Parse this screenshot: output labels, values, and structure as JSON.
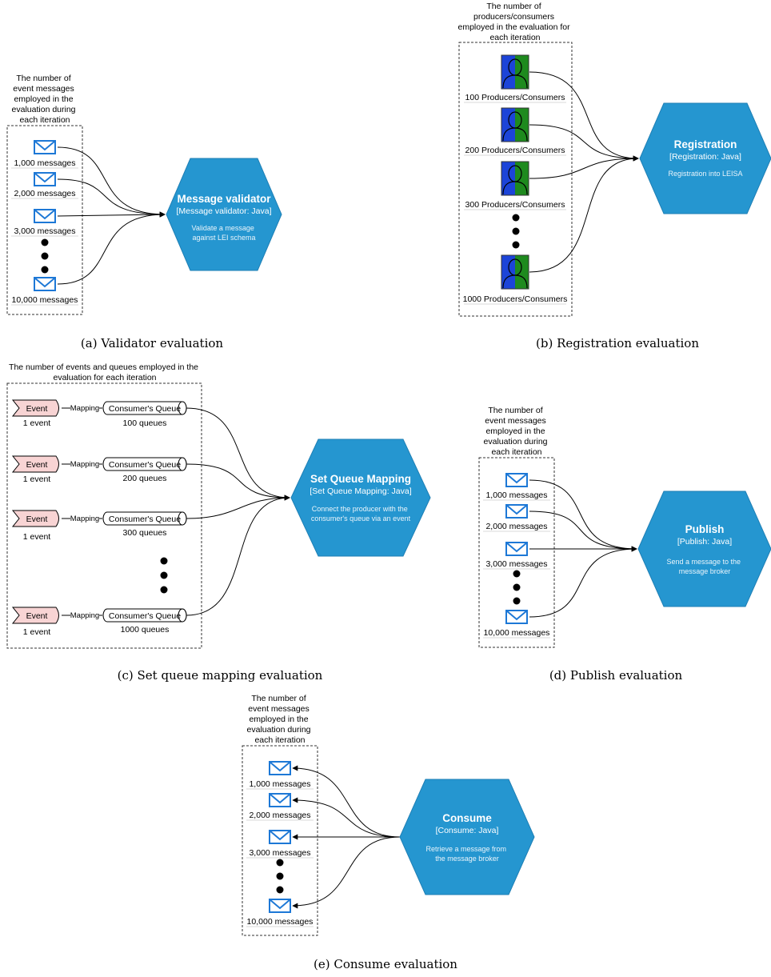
{
  "panels": {
    "a": {
      "caption": "(a) Validator evaluation",
      "annotation": [
        "The number of",
        "event messages",
        "employed in the",
        "evaluation during",
        "each iteration"
      ],
      "items": [
        "1,000 messages",
        "2,000 messages",
        "3,000 messages",
        "10,000 messages"
      ],
      "component": {
        "title": "Message validator",
        "subtitle": "[Message validator: Java]",
        "description": [
          "Validate a message",
          "against LEI schema"
        ]
      }
    },
    "b": {
      "caption": "(b) Registration evaluation",
      "annotation": [
        "The number of",
        "producers/consumers",
        "employed in the evaluation for",
        "each iteration"
      ],
      "items": [
        "100 Producers/Consumers",
        "200 Producers/Consumers",
        "300 Producers/Consumers",
        "1000 Producers/Consumers"
      ],
      "component": {
        "title": "Registration",
        "subtitle": "[Registration: Java]",
        "description": [
          "Registration into LEISA"
        ]
      }
    },
    "c": {
      "caption": "(c) Set queue mapping evaluation",
      "annotation": [
        "The number of events and queues employed in the",
        "evaluation for each iteration"
      ],
      "event_label": "Event",
      "mapping_label": "Mapping",
      "queue_label": "Consumer's Queue",
      "rows": [
        {
          "event_count": "1 event",
          "queue_count": "100 queues"
        },
        {
          "event_count": "1 event",
          "queue_count": "200 queues"
        },
        {
          "event_count": "1 event",
          "queue_count": "300 queues"
        },
        {
          "event_count": "1 event",
          "queue_count": "1000 queues"
        }
      ],
      "component": {
        "title": "Set Queue Mapping",
        "subtitle": "[Set Queue Mapping: Java]",
        "description": [
          "Connect the producer with the",
          "consumer's queue via an event"
        ]
      }
    },
    "d": {
      "caption": "(d) Publish evaluation",
      "annotation": [
        "The number of",
        "event messages",
        "employed in the",
        "evaluation during",
        "each iteration"
      ],
      "items": [
        "1,000 messages",
        "2,000 messages",
        "3,000 messages",
        "10,000 messages"
      ],
      "component": {
        "title": "Publish",
        "subtitle": "[Publish: Java]",
        "description": [
          "Send a message to the",
          "message broker"
        ]
      }
    },
    "e": {
      "caption": "(e) Consume evaluation",
      "annotation": [
        "The number of",
        "event messages",
        "employed in the",
        "evaluation during",
        "each iteration"
      ],
      "items": [
        "1,000 messages",
        "2,000 messages",
        "3,000 messages",
        "10,000 messages"
      ],
      "component": {
        "title": "Consume",
        "subtitle": "[Consume: Java]",
        "description": [
          "Retrieve a message from",
          "the message broker"
        ]
      }
    }
  },
  "colors": {
    "component_fill": "#2596d0",
    "component_stroke": "#1e7fb5",
    "envelope": "#1d78d6",
    "event_fill": "#f8d4d4",
    "user_blue": "#1c44d8",
    "user_green": "#1e8a1e"
  }
}
